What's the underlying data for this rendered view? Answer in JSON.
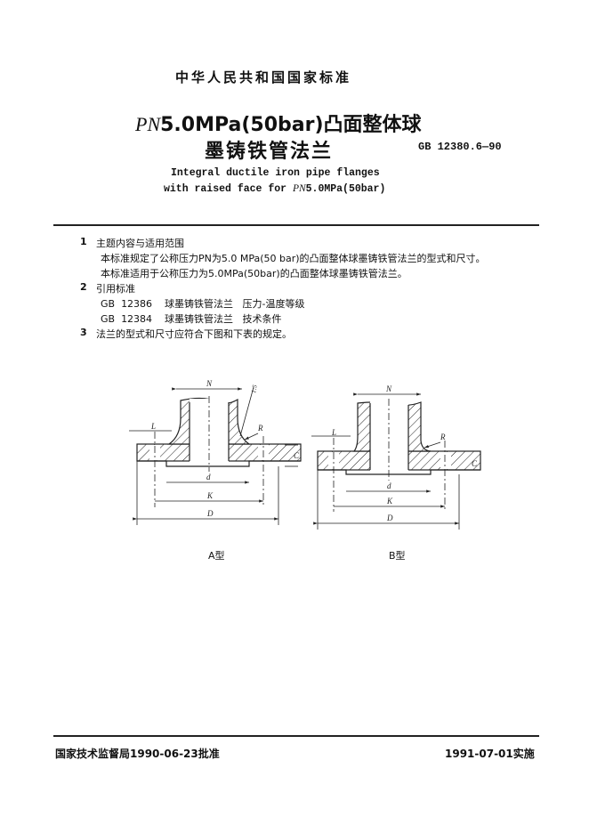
{
  "header": {
    "org": "中华人民共和国国家标准"
  },
  "title": {
    "cn_line1_italic": "PN",
    "cn_line1": "5.0MPa(50bar)凸面整体球",
    "cn_line2": "墨铸铁管法兰",
    "standard_no": "GB 12380.6—90",
    "en_line1": "Integral ductile iron pipe flanges",
    "en_line2_prefix": "with raised face for ",
    "en_line2_italic": "PN",
    "en_line2_suffix": "5.0MPa(50bar)"
  },
  "sections": [
    {
      "num": "1",
      "heading": "主题内容与适用范围",
      "paras": [
        "本标准规定了公称压力PN为5.0 MPa(50 bar)的凸面整体球墨铸铁管法兰的型式和尺寸。",
        "本标准适用于公称压力为5.0MPa(50bar)的凸面整体球墨铸铁管法兰。"
      ]
    },
    {
      "num": "2",
      "heading": "引用标准",
      "paras": [
        "GB  12386    球墨铸铁管法兰   压力-温度等级",
        "GB  12384    球墨铸铁管法兰   技术条件"
      ]
    },
    {
      "num": "3",
      "heading": "法兰的型式和尺寸应符合下图和下表的规定。",
      "paras": []
    }
  ],
  "figures": {
    "labels": {
      "N": "N",
      "taper": "1:5",
      "L": "L",
      "R": "R",
      "C": "C",
      "d": "d",
      "K": "K",
      "D": "D"
    },
    "caption_a": "A型",
    "caption_b": "B型"
  },
  "footer": {
    "approved": "国家技术监督局1990-06-23批准",
    "effective": "1991-07-01实施"
  }
}
